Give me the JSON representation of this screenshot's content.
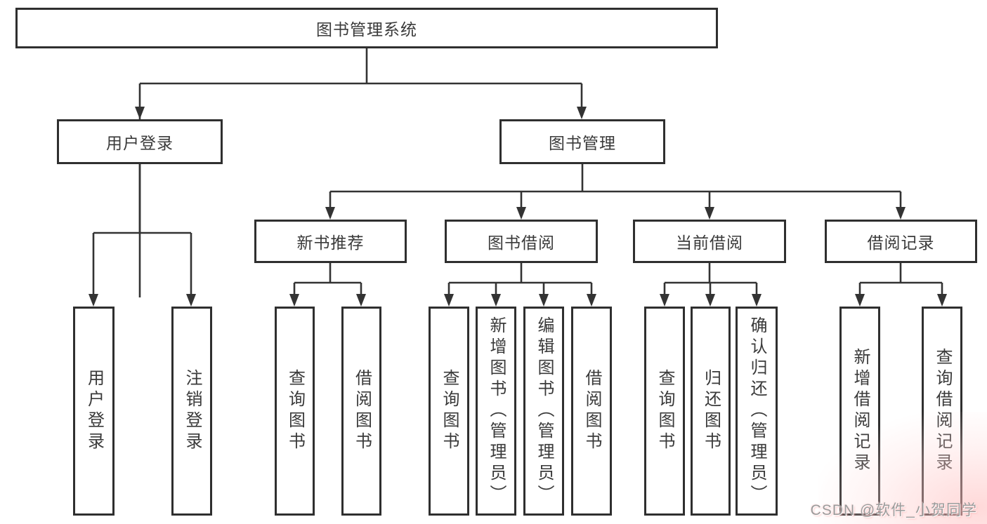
{
  "diagram": {
    "nodes": {
      "root": {
        "label": "图书管理系统"
      },
      "user_login": {
        "label": "用户登录"
      },
      "book_mgmt": {
        "label": "图书管理"
      },
      "new_book_rec": {
        "label": "新书推荐"
      },
      "book_borrow": {
        "label": "图书借阅"
      },
      "current_borrow": {
        "label": "当前借阅"
      },
      "borrow_records": {
        "label": "借阅记录"
      },
      "leaf_user_login": {
        "label": "用户登录"
      },
      "leaf_logout": {
        "label": "注销登录"
      },
      "leaf_query_book_1": {
        "label": "查询图书"
      },
      "leaf_borrow_book_1": {
        "label": "借阅图书"
      },
      "leaf_query_book_2": {
        "label": "查询图书"
      },
      "leaf_add_book": {
        "label": "新增图书（管理员）"
      },
      "leaf_edit_book": {
        "label": "编辑图书（管理员）"
      },
      "leaf_borrow_book_2": {
        "label": "借阅图书"
      },
      "leaf_query_book_3": {
        "label": "查询图书"
      },
      "leaf_return_book": {
        "label": "归还图书"
      },
      "leaf_confirm_return": {
        "label": "确认归还（管理员）"
      },
      "leaf_add_borrow_rec": {
        "label": "新增借阅记录"
      },
      "leaf_query_borrow_rec": {
        "label": "查询借阅记录"
      }
    },
    "hierarchy": {
      "root_children": [
        "用户登录",
        "图书管理"
      ],
      "user_login_children": [
        "用户登录",
        "注销登录"
      ],
      "book_mgmt_children": [
        "新书推荐",
        "图书借阅",
        "当前借阅",
        "借阅记录"
      ],
      "new_book_rec_children": [
        "查询图书",
        "借阅图书"
      ],
      "book_borrow_children": [
        "查询图书",
        "新增图书（管理员）",
        "编辑图书（管理员）",
        "借阅图书"
      ],
      "current_borrow_children": [
        "查询图书",
        "归还图书",
        "确认归还（管理员）"
      ],
      "borrow_records_children": [
        "新增借阅记录",
        "查询借阅记录"
      ]
    },
    "colors": {
      "background": "#ffffff",
      "box_border": "#2f2f2f",
      "line": "#333333",
      "text": "#3a3a3a",
      "watermark_text": "#9b9b9b",
      "watermark_glow": "#ffc9c9"
    }
  },
  "watermark": {
    "text": "CSDN @软件_小贺同学"
  }
}
